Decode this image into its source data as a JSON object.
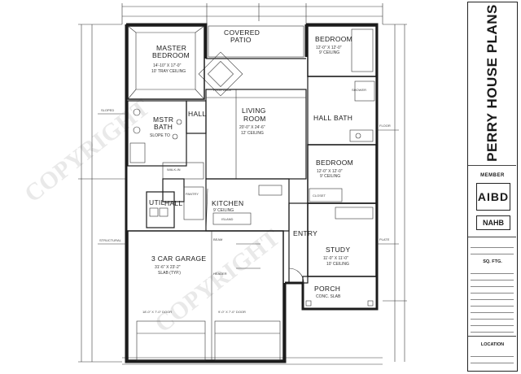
{
  "title_block": {
    "company": "PERRY HOUSE PLANS",
    "member_label": "MEMBER",
    "nahb_label": "NAHB",
    "sqft_label": "SQ. FTG.",
    "location_label": "LOCATION"
  },
  "rooms": {
    "covered_patio": "COVERED PATIO",
    "master_bedroom": "MASTER BEDROOM",
    "bedroom_1": "BEDROOM",
    "living_room": "LIVING ROOM",
    "mstr_bath": "MSTR BATH",
    "hall": "HALL",
    "hall_bath": "HALL BATH",
    "bedroom_2": "BEDROOM",
    "util": "UTIL",
    "kitchen": "KITCHEN",
    "entry": "ENTRY",
    "study": "STUDY",
    "garage": "3 CAR GARAGE",
    "porch": "PORCH"
  },
  "watermark": "COPYRIGHT"
}
